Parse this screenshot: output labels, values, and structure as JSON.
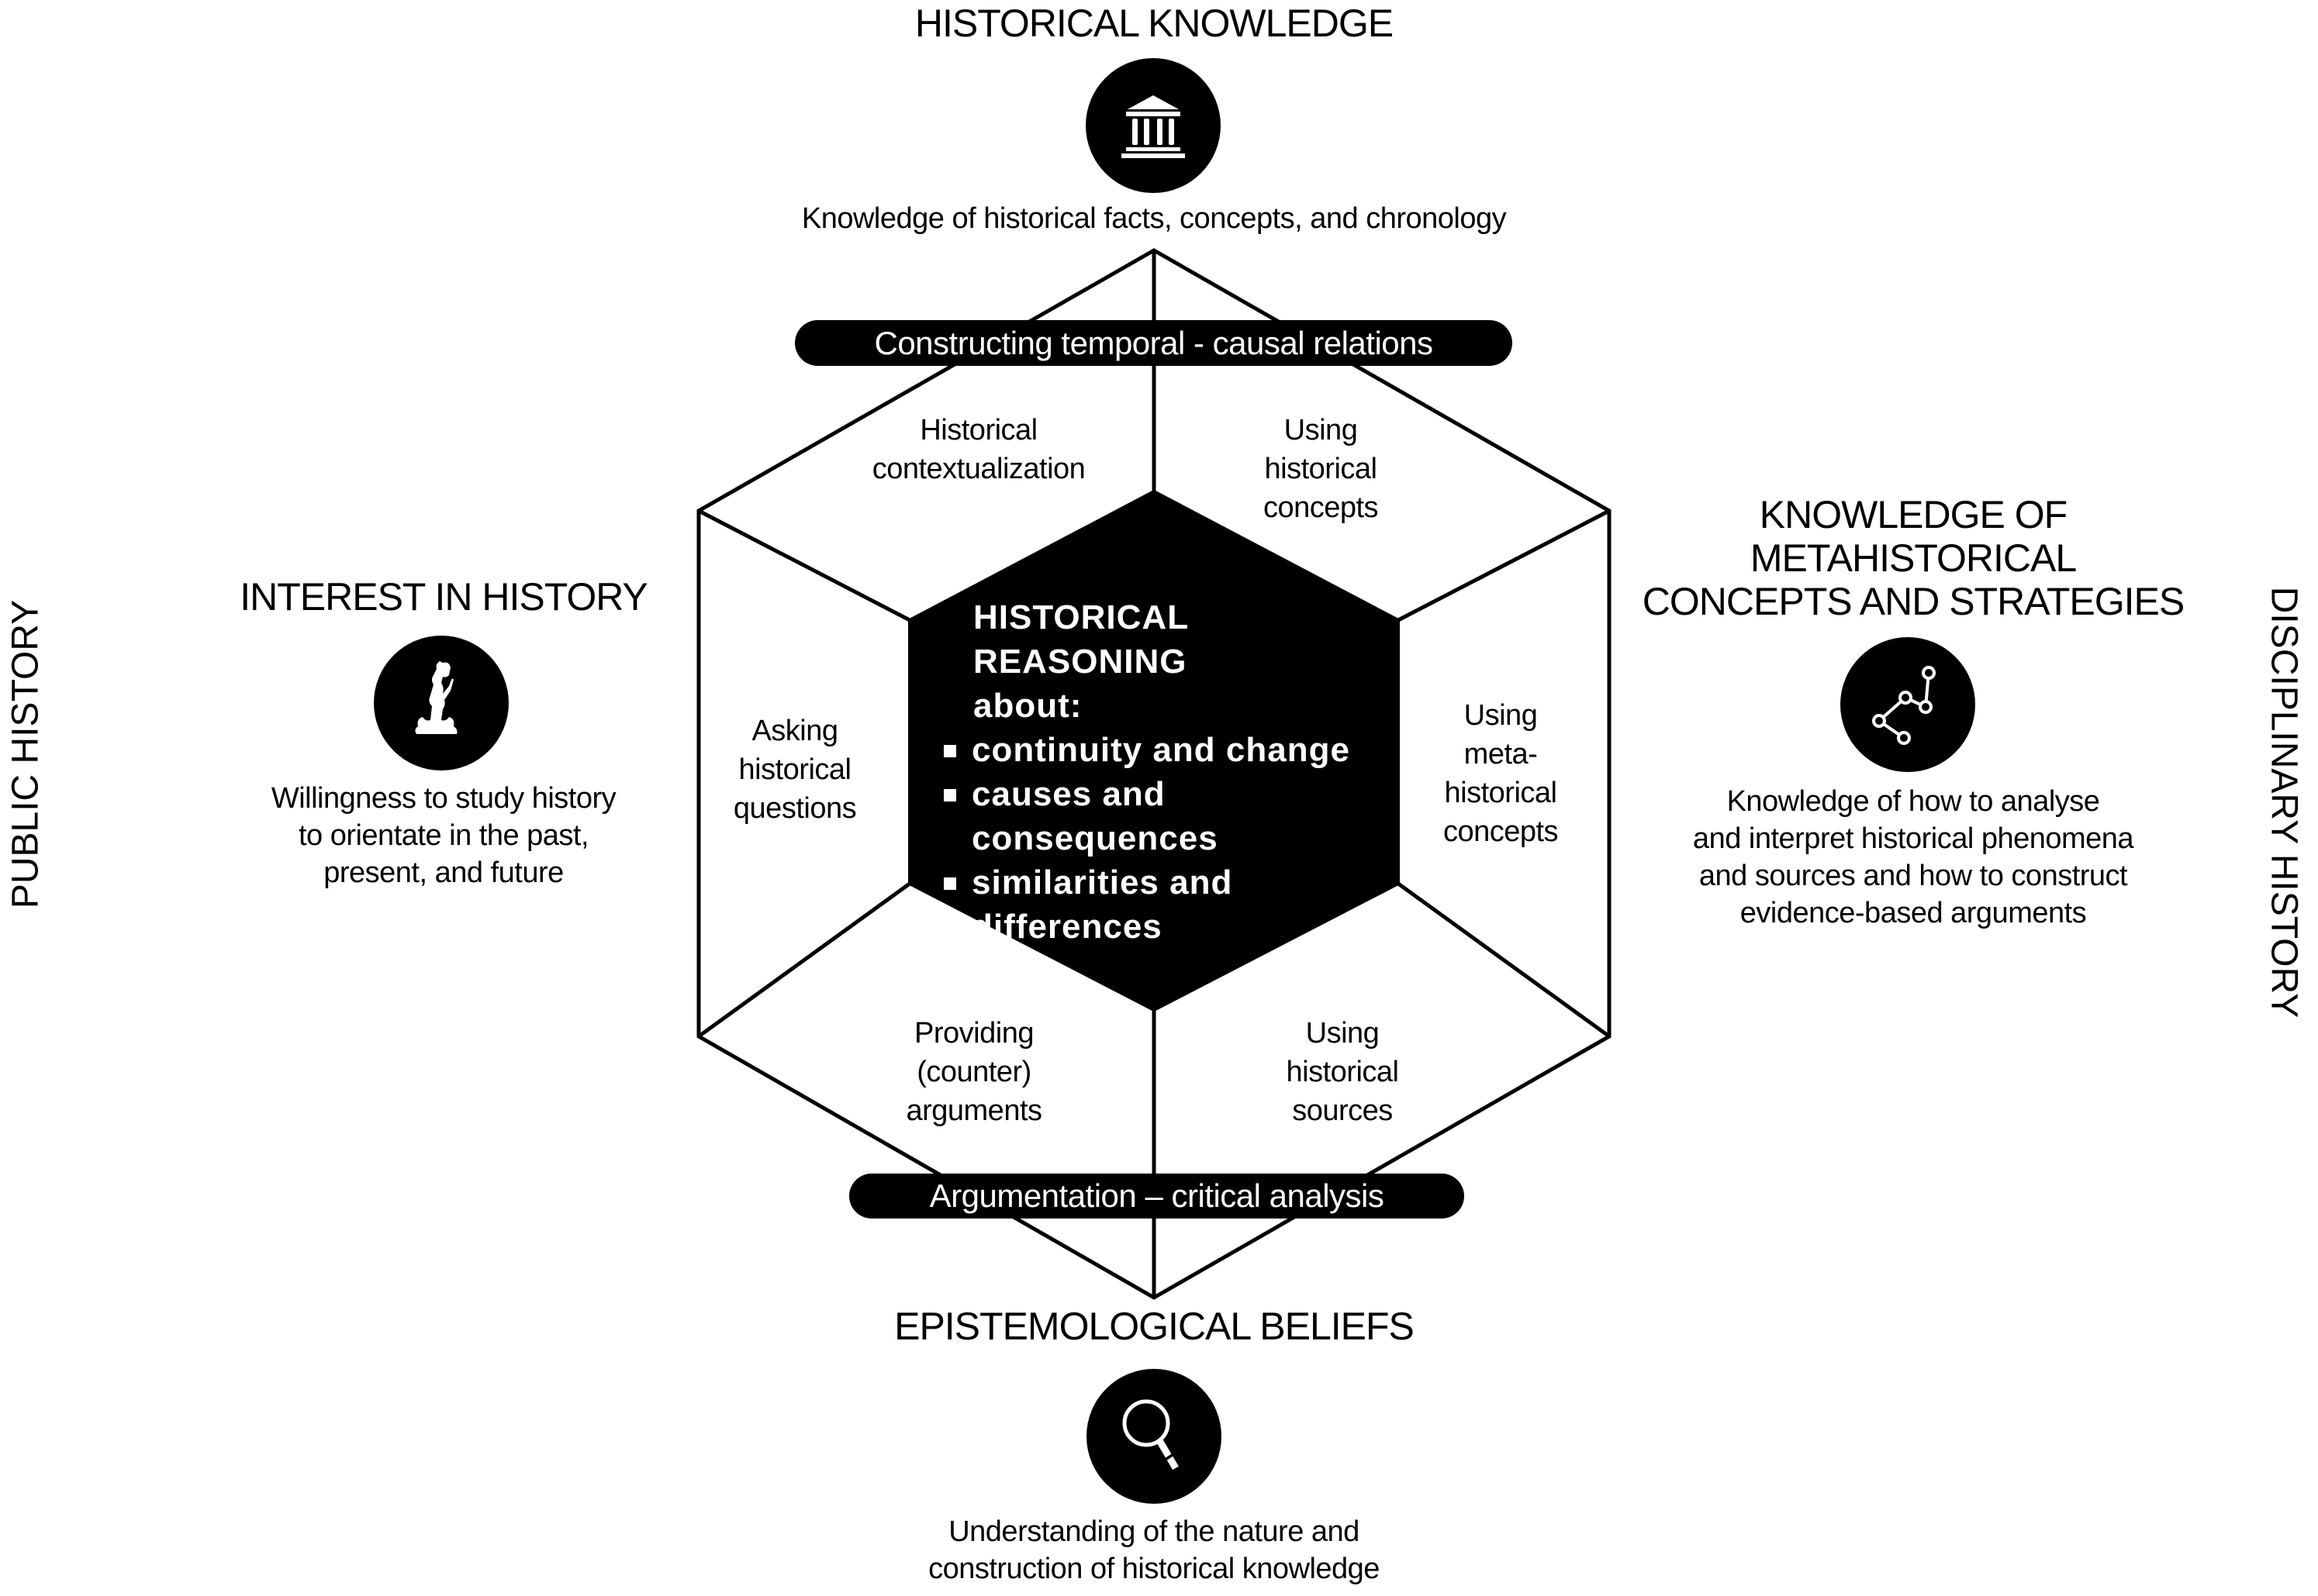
{
  "axes": {
    "left_label": "PUBLIC HISTORY",
    "right_label": "DISCIPLINARY HISTORY"
  },
  "top": {
    "heading": "HISTORICAL KNOWLEDGE",
    "icon": "museum-building-icon",
    "description": "Knowledge of historical facts, concepts, and chronology"
  },
  "left": {
    "heading": "INTEREST IN HISTORY",
    "icon": "statue-figure-icon",
    "description_lines": [
      "Willingness to study history",
      "to orientate in the past,",
      "present, and future"
    ]
  },
  "right": {
    "heading_lines": [
      "KNOWLEDGE OF",
      "METAHISTORICAL",
      "CONCEPTS AND STRATEGIES"
    ],
    "icon": "connected-nodes-icon",
    "description_lines": [
      "Knowledge of how to analyse",
      "and interpret historical phenomena",
      "and sources and how to construct",
      "evidence-based arguments"
    ]
  },
  "bottom": {
    "heading": "EPISTEMOLOGICAL BELIEFS",
    "icon": "magnifying-glass-icon",
    "description_lines": [
      "Understanding of the nature and",
      "construction of historical knowledge"
    ]
  },
  "banners": {
    "top": "Constructing temporal - causal relations",
    "bottom": "Argumentation – critical analysis"
  },
  "segments": {
    "top_left": [
      "Historical",
      "contextualization"
    ],
    "top_right": [
      "Using",
      "historical",
      "concepts"
    ],
    "left": [
      "Asking",
      "historical",
      "questions"
    ],
    "right": [
      "Using",
      "meta-",
      "historical",
      "concepts"
    ],
    "bottom_left": [
      "Providing",
      "(counter)",
      "arguments"
    ],
    "bottom_right": [
      "Using",
      "historical",
      "sources"
    ]
  },
  "core": {
    "title_lines": [
      "HISTORICAL",
      "REASONING",
      "about:"
    ],
    "bullets": [
      [
        "continuity and change"
      ],
      [
        "causes and",
        "consequences"
      ],
      [
        "similarities and",
        "differences"
      ]
    ]
  },
  "colors": {
    "ink": "#000000",
    "paper": "#ffffff"
  }
}
